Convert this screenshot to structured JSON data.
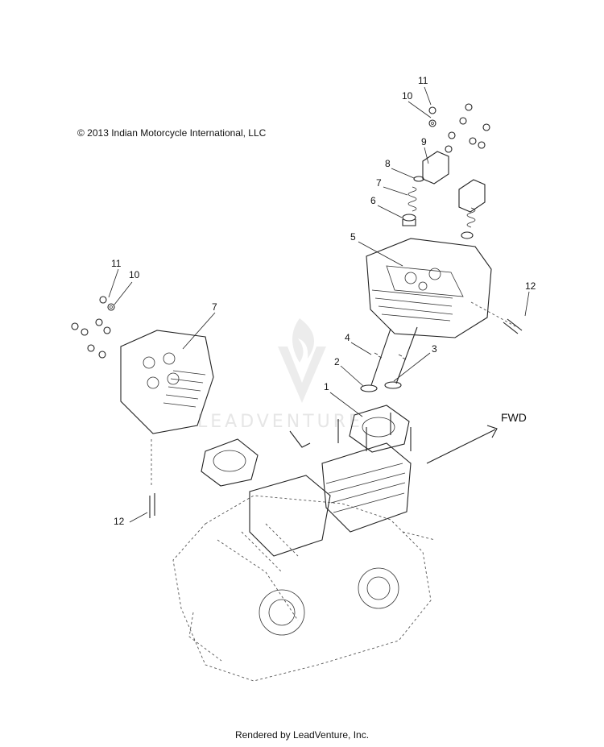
{
  "copyright": "© 2013 Indian Motorcycle International, LLC",
  "footer": "Rendered by LeadVenture, Inc.",
  "watermark": "LEADVENTURE",
  "direction_label": "FWD",
  "callouts": [
    {
      "id": "c11a",
      "text": "11"
    },
    {
      "id": "c10a",
      "text": "10"
    },
    {
      "id": "c9",
      "text": "9"
    },
    {
      "id": "c8",
      "text": "8"
    },
    {
      "id": "c7a",
      "text": "7"
    },
    {
      "id": "c6",
      "text": "6"
    },
    {
      "id": "c5",
      "text": "5"
    },
    {
      "id": "c12a",
      "text": "12"
    },
    {
      "id": "c4",
      "text": "4"
    },
    {
      "id": "c2",
      "text": "2"
    },
    {
      "id": "c3",
      "text": "3"
    },
    {
      "id": "c1",
      "text": "1"
    },
    {
      "id": "c11b",
      "text": "11"
    },
    {
      "id": "c10b",
      "text": "10"
    },
    {
      "id": "c7b",
      "text": "7"
    },
    {
      "id": "c12b",
      "text": "12"
    }
  ]
}
